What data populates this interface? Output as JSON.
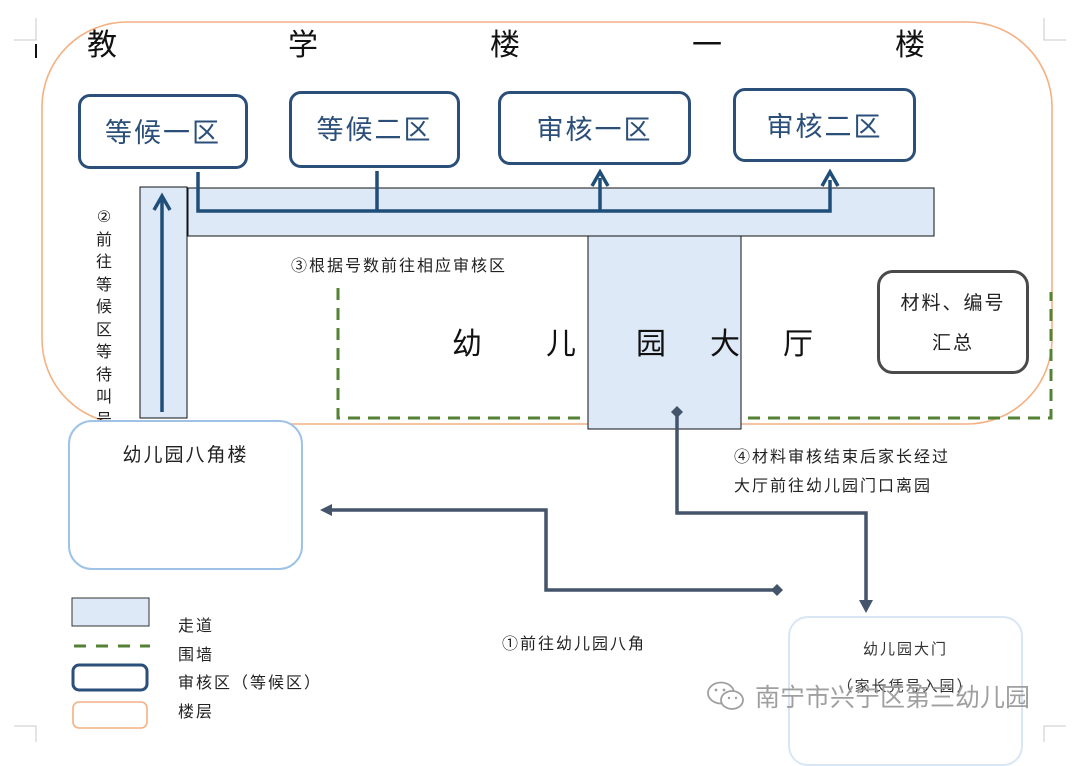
{
  "floor": {
    "title_chars": [
      "教",
      "学",
      "楼",
      "一",
      "楼"
    ]
  },
  "zones": [
    {
      "label": "等候一区",
      "type": "waiting"
    },
    {
      "label": "等候二区",
      "type": "waiting"
    },
    {
      "label": "审核一区",
      "type": "review"
    },
    {
      "label": "审核二区",
      "type": "review"
    }
  ],
  "steps": {
    "step1": "①前往幼儿园八角",
    "step2_chars": [
      "②",
      "前",
      "往",
      "等",
      "候",
      "区",
      "等",
      "待",
      "叫",
      "号"
    ],
    "step3": "③根据号数前往相应审核区",
    "step4_line1": "④材料审核结束后家长经过",
    "step4_line2": "大厅前往幼儿园门口离园"
  },
  "hall": {
    "chars": [
      "幼",
      "儿",
      "园",
      "大",
      "厅"
    ]
  },
  "summary_box": {
    "line1": "材料、编号",
    "line2": "汇总"
  },
  "buildings": {
    "bajiao": "幼儿园八角楼",
    "gate": "幼儿园大门",
    "gate_sub": "（家长凭号入园）"
  },
  "legend": [
    {
      "label": "走道",
      "icon": "corridor-swatch"
    },
    {
      "label": "围墙",
      "icon": "wall-dashed-line"
    },
    {
      "label": "审核区（等候区）",
      "icon": "zone-swatch"
    },
    {
      "label": "楼层",
      "icon": "floor-swatch"
    }
  ],
  "watermark": {
    "text": "南宁市兴宁区第三幼儿园",
    "icon": "wechat-icon"
  },
  "colors": {
    "floor_border": "#f4b183",
    "corridor_fill": "#dde9f6",
    "zone_border": "#2b4f78",
    "route_line": "#44546a",
    "wall": "#548235",
    "bajiao_border": "#9ec3e6"
  }
}
